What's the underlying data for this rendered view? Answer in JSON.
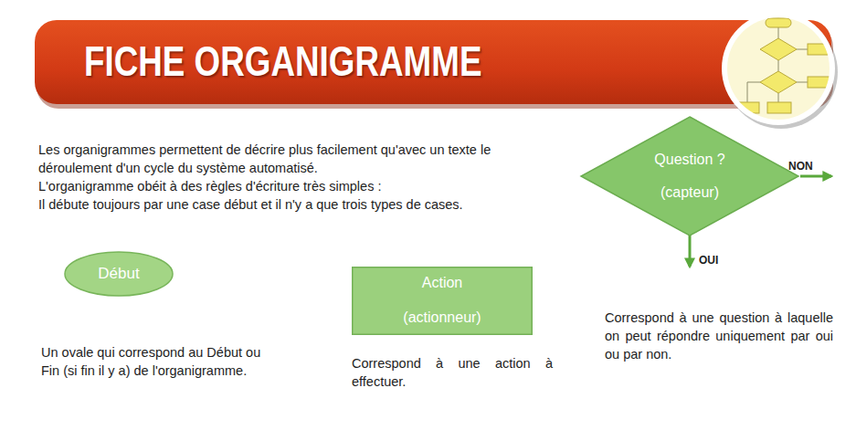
{
  "diagram": {
    "title": "FICHE ORGANIGRAMME",
    "nodes": [
      {
        "text": [
          "Début"
        ]
      },
      {
        "text": [
          "Action",
          "(actionneur)"
        ]
      },
      {
        "text": [
          "Question ?",
          "(capteur)"
        ]
      }
    ],
    "labels": [
      "Les organigrammes permettent de décrire plus facilement qu'avec un texte le déroulement d'un cycle du système automatisé.",
      "L'organigramme obéit à des règles d'écriture très simples :",
      "Il débute toujours par une case début et il n'y a que trois types de cases.",
      "NON",
      "OUI",
      "Un ovale qui correspond au Début ou Fin (si fin il y a) de l'organigramme.",
      "Correspond à une action à effectuer.",
      "Correspond à une question à laquelle on peut répondre uniquement par oui ou par non."
    ]
  }
}
